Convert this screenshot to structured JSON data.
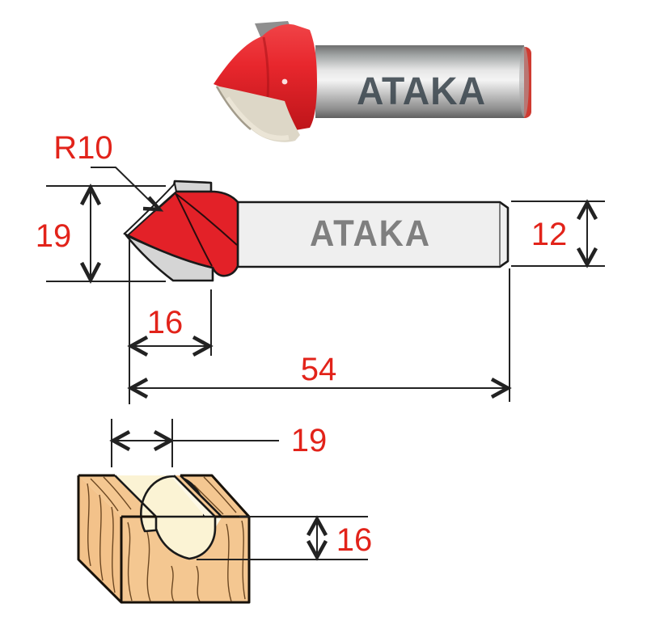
{
  "product": {
    "type_note": "router bit technical diagram",
    "photo": {
      "brand_label": "ATAKA"
    },
    "drawing": {
      "brand_label": "ATAKA",
      "dimensions": {
        "radius_label": "R10",
        "cutting_diameter": "19",
        "cutting_length": "16",
        "overall_length": "54",
        "shank_diameter": "12"
      }
    },
    "wood_profile": {
      "groove_width": "19",
      "groove_depth": "16"
    }
  },
  "colors": {
    "dimension_red": "#e2231a",
    "bit_red": "#e32128",
    "photo_red": "#e8272d",
    "cutter_gray": "#d5d5d5",
    "shank_fill": "#efefef",
    "brand_gray": "#7f7f7f",
    "wood_tan": "#f4c791",
    "wood_tan_side": "#f3c28a",
    "wood_cream": "#fbf3d4",
    "wood_cream_light": "#fdf8e6",
    "line_black": "#1a1a1a"
  }
}
